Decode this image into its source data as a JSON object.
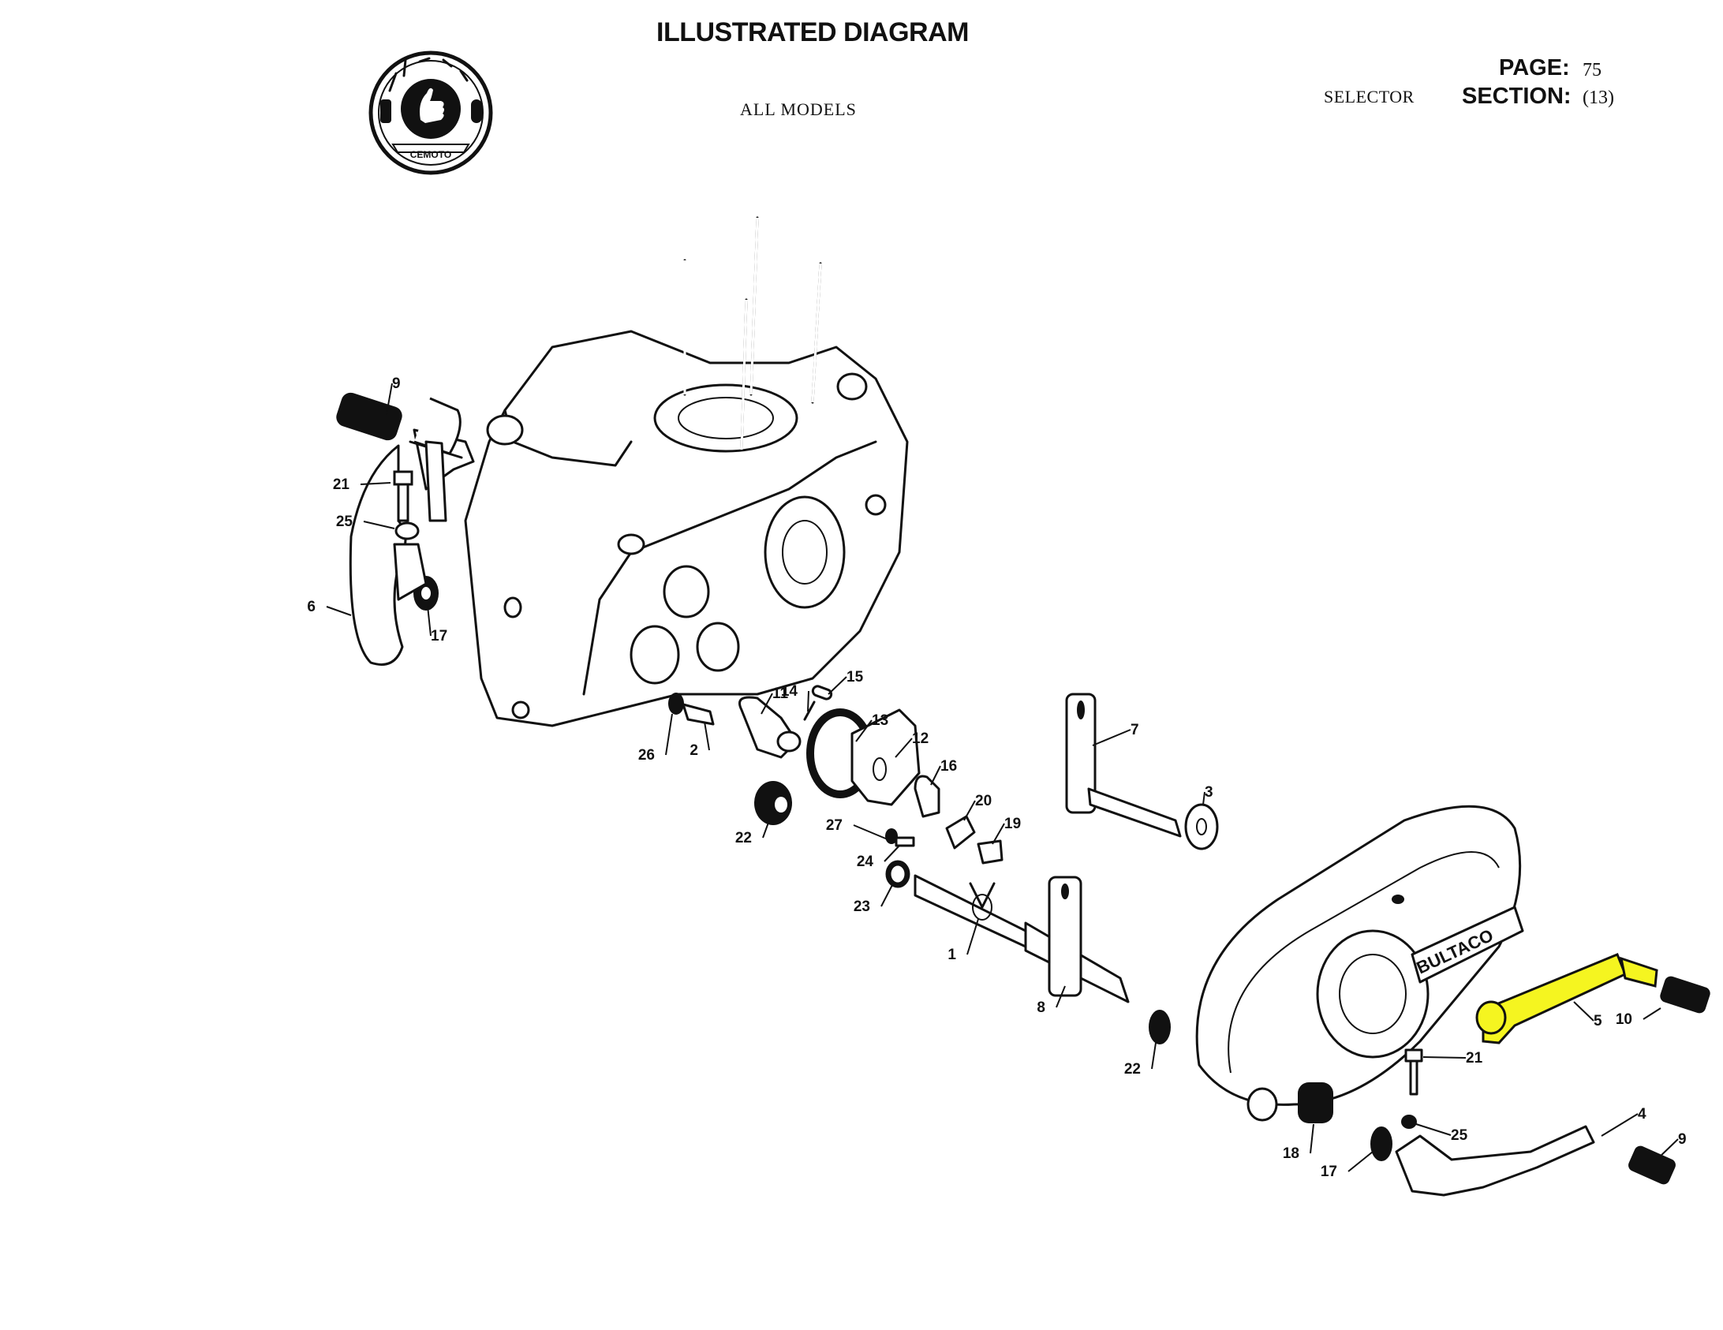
{
  "header": {
    "title": "ILLUSTRATED DIAGRAM",
    "models": "ALL MODELS",
    "group_name": "SELECTOR",
    "page_label": "PAGE:",
    "page_value": "75",
    "section_label": "SECTION:",
    "section_value": "(13)"
  },
  "logo": {
    "brand": "BULTACO",
    "subtitle": "CEMOTO",
    "icon": "thumbs-up-icon"
  },
  "highlight_color": "#F5F520",
  "highlighted_part": "5",
  "callouts": [
    {
      "id": "c-9a",
      "number": "9"
    },
    {
      "id": "c-21a",
      "number": "21"
    },
    {
      "id": "c-25a",
      "number": "25"
    },
    {
      "id": "c-6",
      "number": "6"
    },
    {
      "id": "c-17a",
      "number": "17"
    },
    {
      "id": "c-15",
      "number": "15"
    },
    {
      "id": "c-14",
      "number": "14"
    },
    {
      "id": "c-11",
      "number": "11"
    },
    {
      "id": "c-13",
      "number": "13"
    },
    {
      "id": "c-12",
      "number": "12"
    },
    {
      "id": "c-16",
      "number": "16"
    },
    {
      "id": "c-20",
      "number": "20"
    },
    {
      "id": "c-19",
      "number": "19"
    },
    {
      "id": "c-26",
      "number": "26"
    },
    {
      "id": "c-2",
      "number": "2"
    },
    {
      "id": "c-22a",
      "number": "22"
    },
    {
      "id": "c-27",
      "number": "27"
    },
    {
      "id": "c-24",
      "number": "24"
    },
    {
      "id": "c-23",
      "number": "23"
    },
    {
      "id": "c-1",
      "number": "1"
    },
    {
      "id": "c-8",
      "number": "8"
    },
    {
      "id": "c-7",
      "number": "7"
    },
    {
      "id": "c-3",
      "number": "3"
    },
    {
      "id": "c-22b",
      "number": "22"
    },
    {
      "id": "c-21b",
      "number": "21"
    },
    {
      "id": "c-5",
      "number": "5"
    },
    {
      "id": "c-10",
      "number": "10"
    },
    {
      "id": "c-4",
      "number": "4"
    },
    {
      "id": "c-9b",
      "number": "9"
    },
    {
      "id": "c-25b",
      "number": "25"
    },
    {
      "id": "c-18",
      "number": "18"
    },
    {
      "id": "c-17b",
      "number": "17"
    }
  ]
}
